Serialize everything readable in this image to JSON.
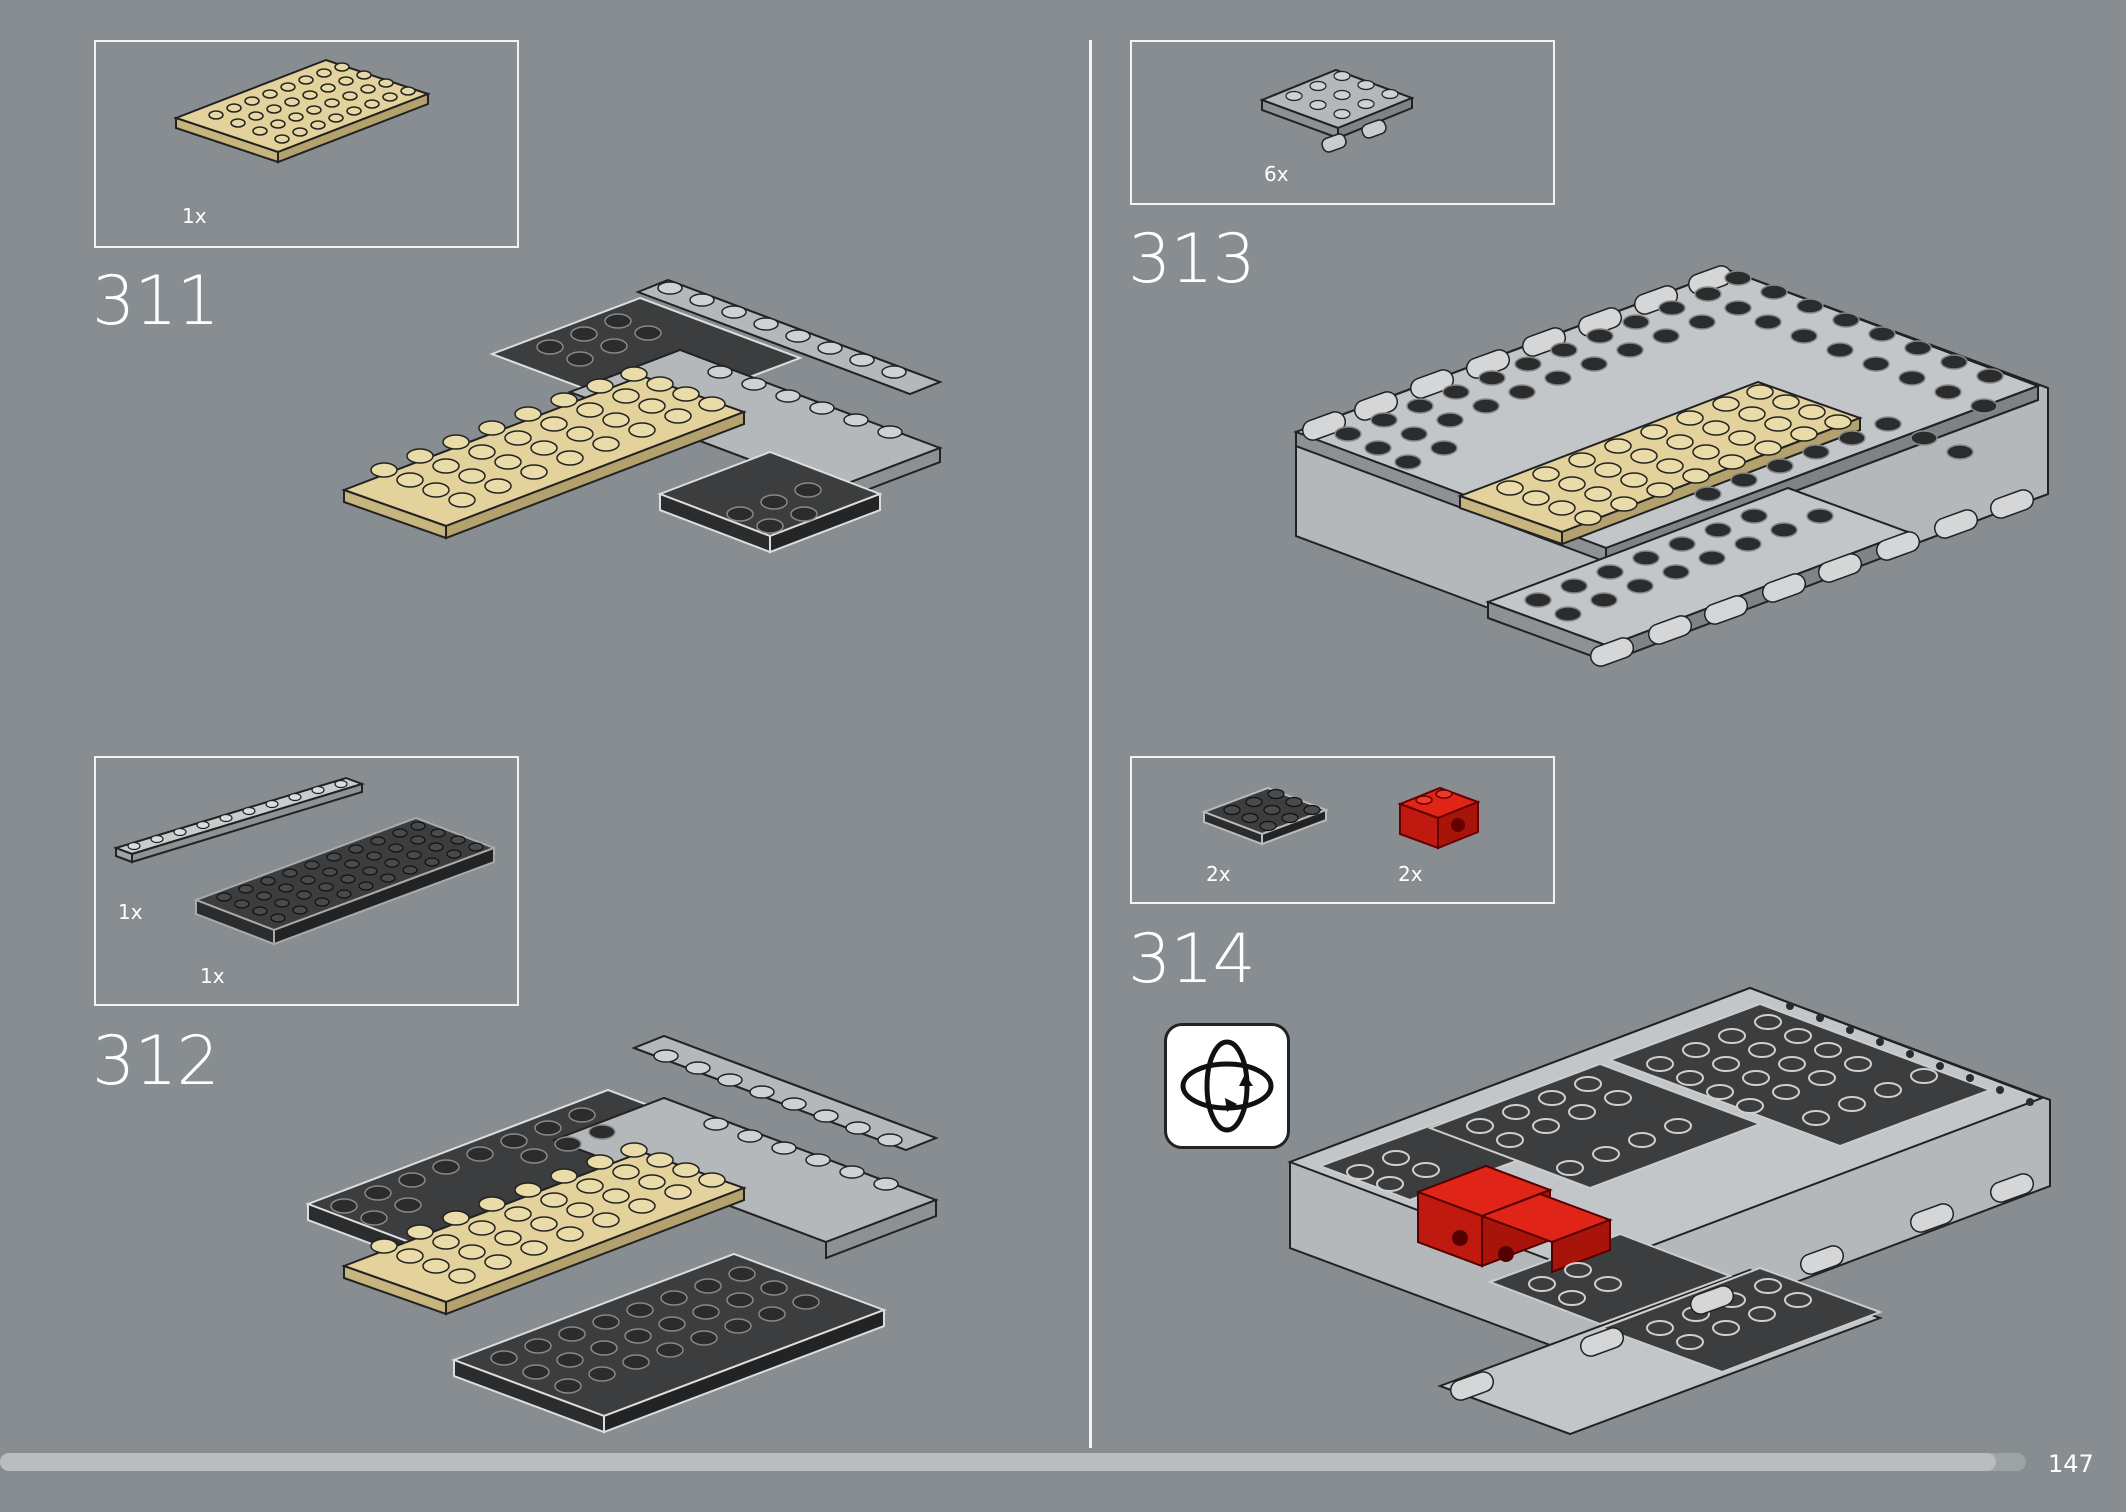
{
  "page": {
    "number": "147",
    "progress": 0.985
  },
  "steps": [
    {
      "number": "311",
      "parts": [
        {
          "qty": "1x",
          "name": "tan-plate-4x8-icon"
        }
      ]
    },
    {
      "number": "312",
      "parts": [
        {
          "qty": "1x",
          "name": "light-gray-plate-1x10-icon"
        },
        {
          "qty": "1x",
          "name": "dark-gray-plate-4x10-icon"
        }
      ]
    },
    {
      "number": "313",
      "parts": [
        {
          "qty": "6x",
          "name": "light-gray-hinge-plate-icon"
        }
      ]
    },
    {
      "number": "314",
      "parts": [
        {
          "qty": "2x",
          "name": "dark-gray-plate-3x3-icon"
        },
        {
          "qty": "2x",
          "name": "red-technic-brick-icon"
        }
      ],
      "callout": "rotate-model-icon"
    }
  ],
  "colors": {
    "background": "#878d90",
    "tan": "#e3d29c",
    "dark_gray": "#3c3d3e",
    "light_gray": "#b5b8ba",
    "red": "#d81a12"
  }
}
